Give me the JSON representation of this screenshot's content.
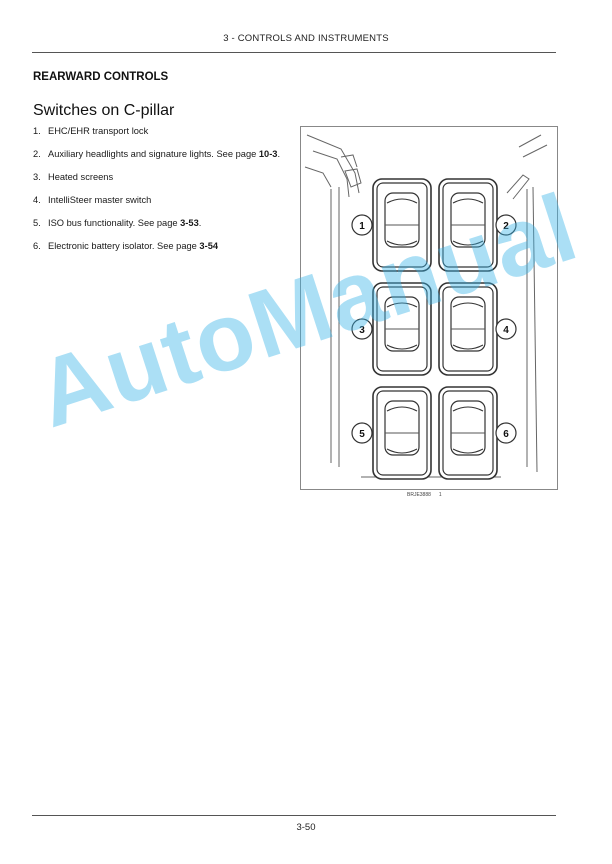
{
  "header": {
    "title": "3 - CONTROLS AND INSTRUMENTS"
  },
  "section": {
    "heading": "REARWARD CONTROLS",
    "subheading": "Switches on C-pillar"
  },
  "items": [
    {
      "num": "1.",
      "text": "EHC/EHR transport lock",
      "ref": "",
      "suffix": ""
    },
    {
      "num": "2.",
      "text": "Auxiliary headlights and signature lights.  See page ",
      "ref": "10-3",
      "suffix": "."
    },
    {
      "num": "3.",
      "text": "Heated screens",
      "ref": "",
      "suffix": ""
    },
    {
      "num": "4.",
      "text": "IntelliSteer master switch",
      "ref": "",
      "suffix": ""
    },
    {
      "num": "5.",
      "text": "ISO bus functionality.  See page ",
      "ref": "3-53",
      "suffix": "."
    },
    {
      "num": "6.",
      "text": "Electronic battery isolator.  See page ",
      "ref": "3-54",
      "suffix": ""
    }
  ],
  "figure": {
    "callouts": [
      "1",
      "2",
      "3",
      "4",
      "5",
      "6"
    ],
    "code": "BRJE3888",
    "number": "1"
  },
  "watermark": "AutoManual",
  "footer": {
    "page_number": "3-50"
  }
}
